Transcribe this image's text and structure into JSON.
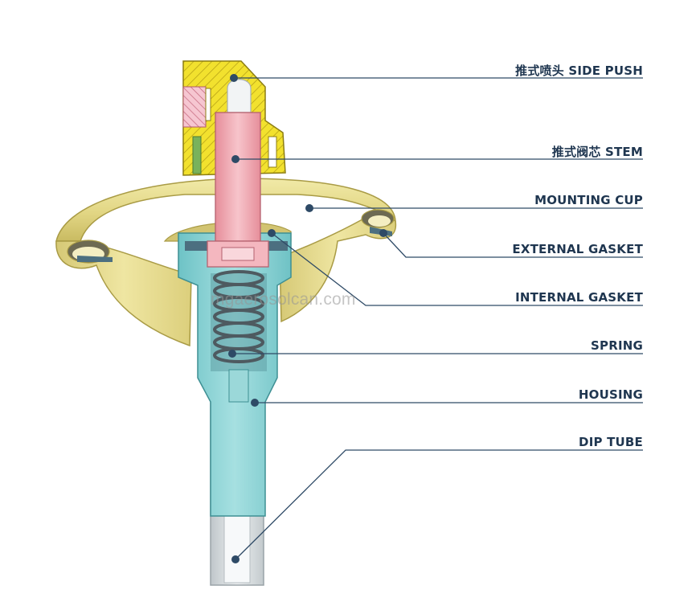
{
  "labels": [
    {
      "id": "side-push",
      "text": "推式喷头 SIDE PUSH"
    },
    {
      "id": "stem",
      "text": "推式阀芯 STEM"
    },
    {
      "id": "mounting-cup",
      "text": "MOUNTING CUP"
    },
    {
      "id": "external-gasket",
      "text": "EXTERNAL GASKET"
    },
    {
      "id": "internal-gasket",
      "text": "INTERNAL GASKET"
    },
    {
      "id": "spring",
      "text": "SPRING"
    },
    {
      "id": "housing",
      "text": "HOUSING"
    },
    {
      "id": "dip-tube",
      "text": "DIP TUBE"
    }
  ],
  "watermark": "mgaerosolcan.com",
  "colors": {
    "leader": "#2e4a66",
    "label_text": "#1f3650",
    "actuator": "#f2e12e",
    "stem": "#f0aab2",
    "cup": "#e7dc92",
    "housing": "#8fd3d5",
    "gasket": "#4c6f80",
    "dip_tube": "#d8dde0",
    "spring": "#5d6a70"
  }
}
